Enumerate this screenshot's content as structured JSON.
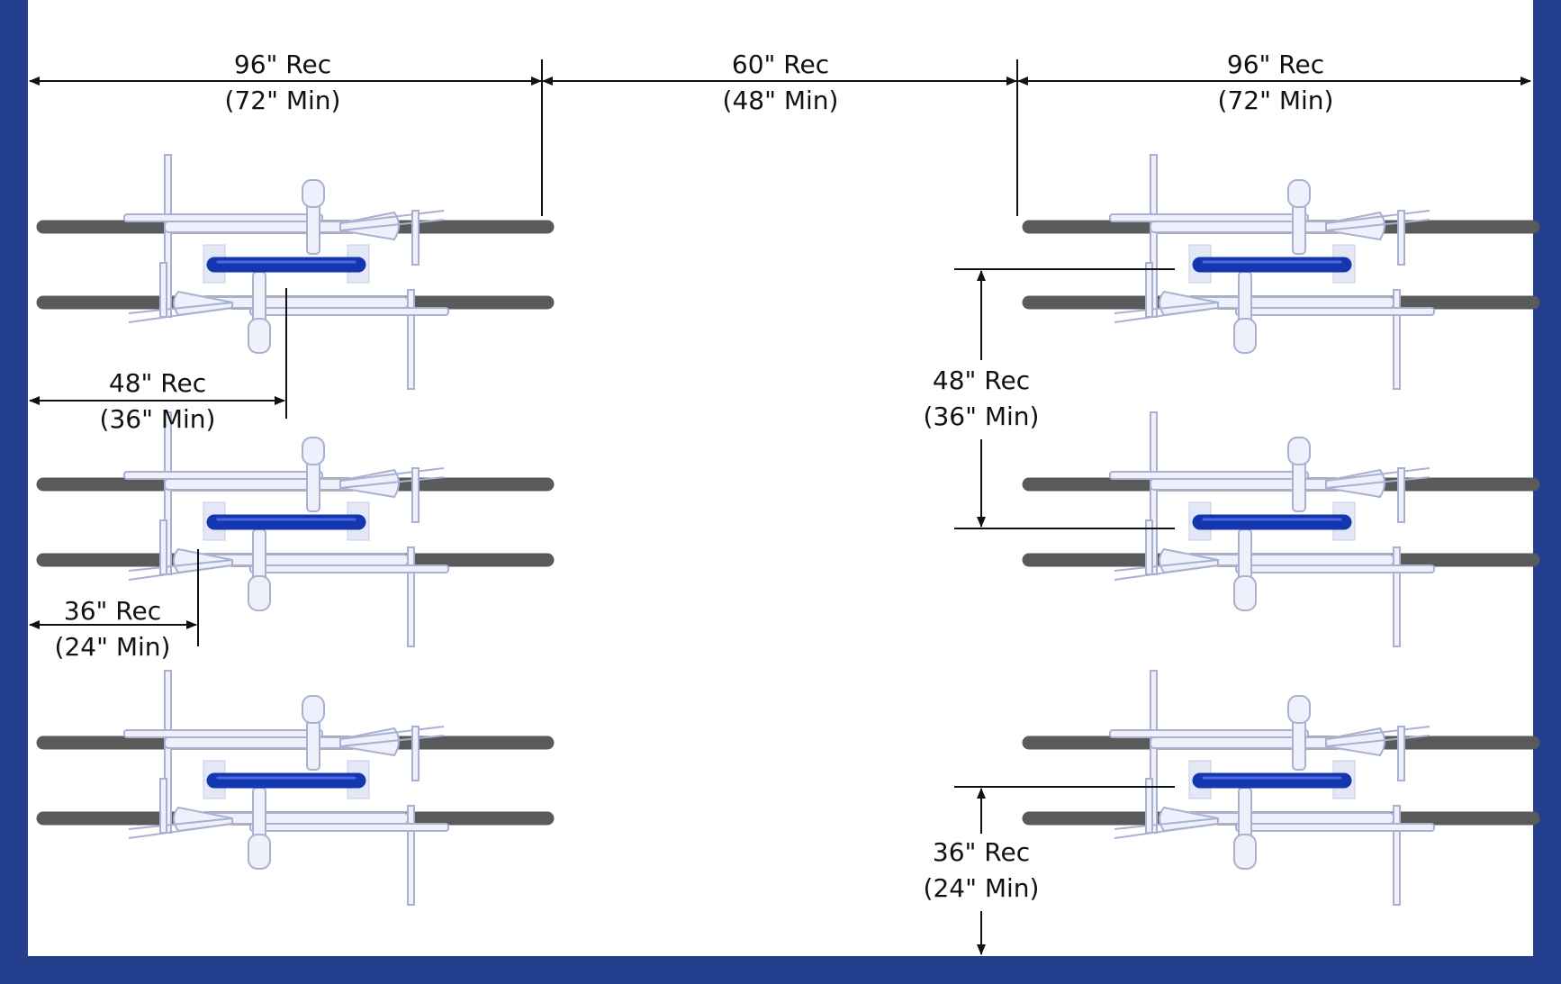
{
  "colors": {
    "frame": "#233f8d",
    "background": "#ffffff",
    "tire": "#5a5a5a",
    "bike_frame": "#eef0fb",
    "bike_outline": "#aab0d0",
    "rack_loop": "#1437b0",
    "dimension_line": "#111111"
  },
  "icons": {
    "bicycle": "bicycle-top-view-icon",
    "rack": "bike-rack-loop-icon"
  },
  "layout": {
    "columns": 2,
    "racks_per_column": 3,
    "bikes_per_rack": 2
  },
  "dimensions": {
    "bike_length_left": {
      "rec": "96\" Rec",
      "min": "(72\" Min)"
    },
    "aisle_width": {
      "rec": "60\" Rec",
      "min": "(48\" Min)"
    },
    "bike_length_right": {
      "rec": "96\" Rec",
      "min": "(72\" Min)"
    },
    "rack_to_wall": {
      "rec": "48\" Rec",
      "min": "(36\" Min)"
    },
    "rack_spacing": {
      "rec": "48\" Rec",
      "min": "(36\" Min)"
    },
    "side_clearance": {
      "rec": "36\" Rec",
      "min": "(24\" Min)"
    },
    "end_clearance": {
      "rec": "36\" Rec",
      "min": "(24\" Min)"
    }
  }
}
